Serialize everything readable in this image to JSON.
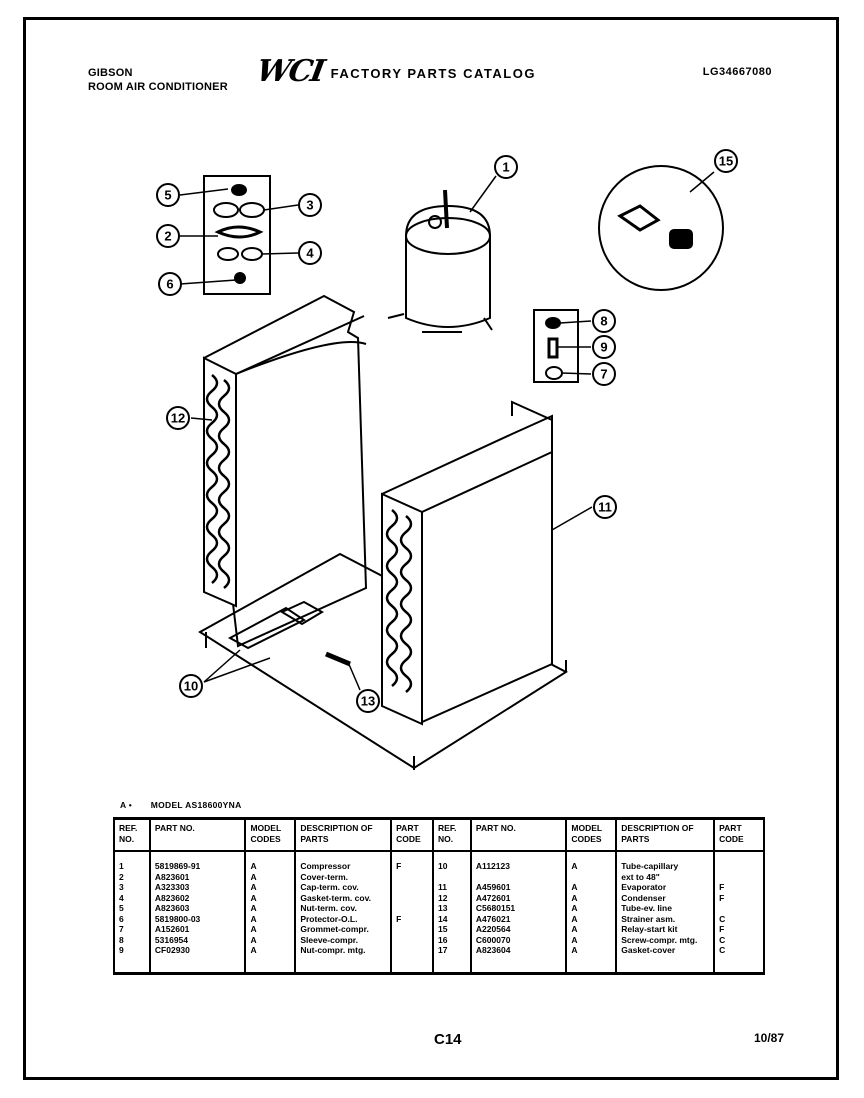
{
  "header": {
    "brand": "GIBSON",
    "product": "ROOM AIR CONDITIONER",
    "logo": "WCI",
    "catalog_title": "FACTORY PARTS CATALOG",
    "catalog_number": "LG34667080"
  },
  "diagram": {
    "callouts": [
      "1",
      "2",
      "3",
      "4",
      "5",
      "6",
      "7",
      "8",
      "9",
      "10",
      "11",
      "12",
      "13",
      "15"
    ]
  },
  "model_line": {
    "marks": "A •",
    "text": "MODEL AS18600YNA"
  },
  "table": {
    "headers": {
      "ref_no": "REF. NO.",
      "part_no": "PART NO.",
      "model_codes": "MODEL CODES",
      "description": "DESCRIPTION OF PARTS",
      "part_code": "PART CODE"
    },
    "rows": [
      {
        "l_ref": "1",
        "l_part": "5819869-91",
        "l_model": "A",
        "l_desc": "Compressor",
        "l_code": "F",
        "r_ref": "10",
        "r_part": "A112123",
        "r_model": "A",
        "r_desc": "Tube-capillary",
        "r_code": ""
      },
      {
        "l_ref": "2",
        "l_part": "A823601",
        "l_model": "A",
        "l_desc": "Cover-term.",
        "l_code": "",
        "r_ref": "",
        "r_part": "",
        "r_model": "",
        "r_desc": "ext to 48\"",
        "r_code": ""
      },
      {
        "l_ref": "3",
        "l_part": "A323303",
        "l_model": "A",
        "l_desc": "Cap-term. cov.",
        "l_code": "",
        "r_ref": "11",
        "r_part": "A459601",
        "r_model": "A",
        "r_desc": "Evaporator",
        "r_code": "F"
      },
      {
        "l_ref": "4",
        "l_part": "A823602",
        "l_model": "A",
        "l_desc": "Gasket-term. cov.",
        "l_code": "",
        "r_ref": "12",
        "r_part": "A472601",
        "r_model": "A",
        "r_desc": "Condenser",
        "r_code": "F"
      },
      {
        "l_ref": "5",
        "l_part": "A823603",
        "l_model": "A",
        "l_desc": "Nut-term. cov.",
        "l_code": "",
        "r_ref": "13",
        "r_part": "C5680151",
        "r_model": "A",
        "r_desc": "Tube-ev. line",
        "r_code": ""
      },
      {
        "l_ref": "6",
        "l_part": "5819800-03",
        "l_model": "A",
        "l_desc": "Protector-O.L.",
        "l_code": "F",
        "r_ref": "14",
        "r_part": "A476021",
        "r_model": "A",
        "r_desc": "Strainer asm.",
        "r_code": "C"
      },
      {
        "l_ref": "7",
        "l_part": "A152601",
        "l_model": "A",
        "l_desc": "Grommet-compr.",
        "l_code": "",
        "r_ref": "15",
        "r_part": "A220564",
        "r_model": "A",
        "r_desc": "Relay-start kit",
        "r_code": "F"
      },
      {
        "l_ref": "8",
        "l_part": "5316954",
        "l_model": "A",
        "l_desc": "Sleeve-compr.",
        "l_code": "",
        "r_ref": "16",
        "r_part": "C600070",
        "r_model": "A",
        "r_desc": "Screw-compr. mtg.",
        "r_code": "C"
      },
      {
        "l_ref": "9",
        "l_part": "CF02930",
        "l_model": "A",
        "l_desc": "Nut-compr. mtg.",
        "l_code": "",
        "r_ref": "17",
        "r_part": "A823604",
        "r_model": "A",
        "r_desc": "Gasket-cover",
        "r_code": "C"
      }
    ]
  },
  "footer": {
    "page": "C14",
    "date": "10/87"
  }
}
